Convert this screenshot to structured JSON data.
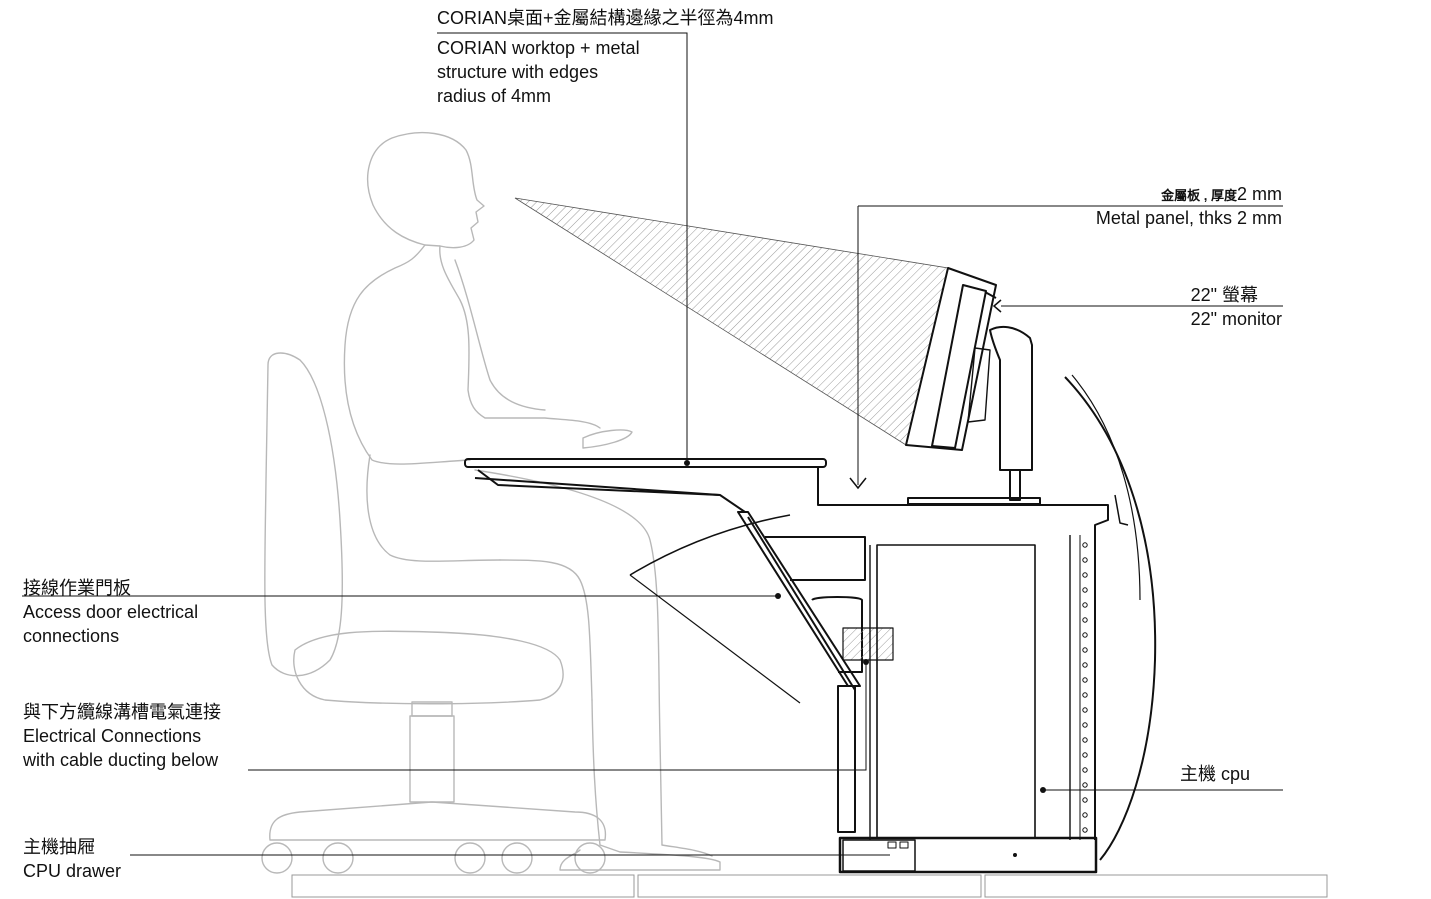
{
  "diagram": {
    "colors": {
      "stroke": "#111111",
      "figure": "#b8b8b8",
      "hatch": "#9a9a9a",
      "background": "#ffffff"
    },
    "labels": {
      "worktop": {
        "zh": "CORIAN桌面+金屬結構邊緣之半徑為4mm",
        "en1": "CORIAN worktop + metal",
        "en2": "structure with edges",
        "en3": "radius of 4mm"
      },
      "metal_panel": {
        "zh_a": "金屬板 , 厚度",
        "zh_b": "2 mm",
        "en": "Metal panel, thks 2 mm"
      },
      "monitor": {
        "zh": "22\" 螢幕",
        "en": "22\" monitor"
      },
      "access_door": {
        "zh": "接線作業門板",
        "en1": "Access door electrical",
        "en2": "connections"
      },
      "electrical": {
        "zh": "與下方纜線溝槽電氣連接",
        "en1": "Electrical Connections",
        "en2": "with cable ducting below"
      },
      "cpu": {
        "text": "主機  cpu"
      },
      "cpu_drawer": {
        "zh": "主機抽屜",
        "en": "CPU drawer"
      }
    }
  }
}
